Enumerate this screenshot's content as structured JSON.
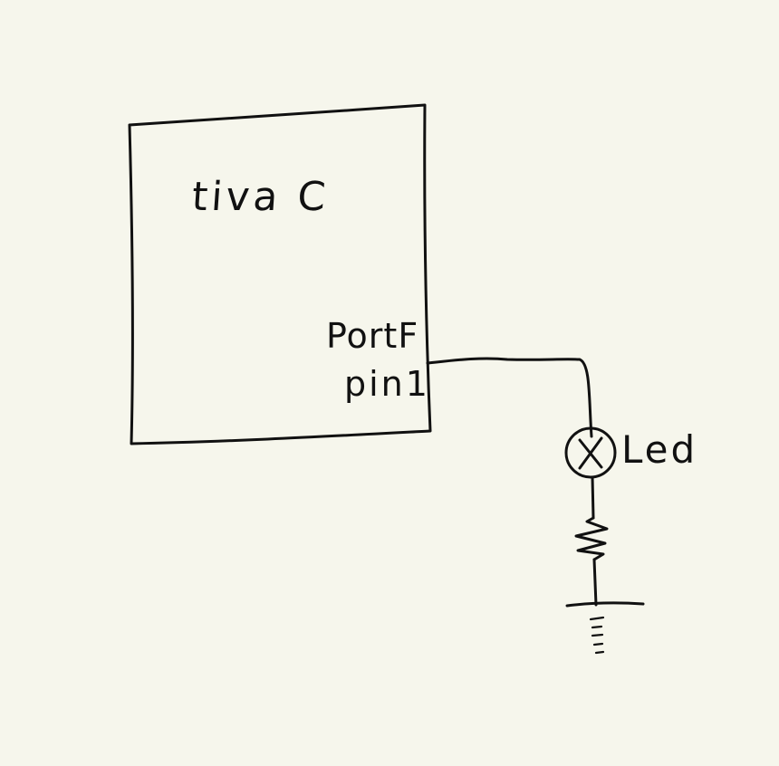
{
  "diagram": {
    "board_label": "tiva C",
    "port_label": "PortF",
    "pin_label": "pin1",
    "led_label": "Led"
  },
  "colors": {
    "paper": "#f6f6ec",
    "ink": "#111111"
  }
}
